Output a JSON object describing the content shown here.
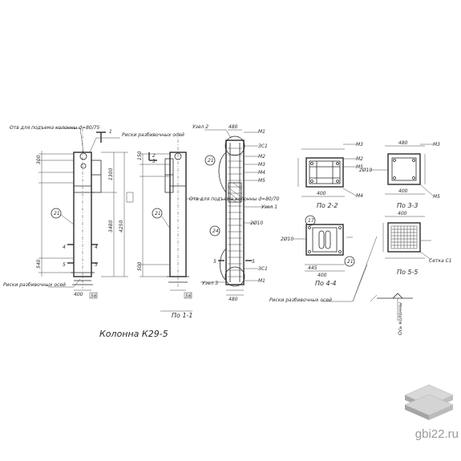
{
  "title": "Колонна К29-5",
  "labels": {
    "otv_left": "Отв для подъема колонны d=80/75",
    "riski_top": "Риски разбивочных осей",
    "riski_left": "Риски разбивочных осей",
    "riski_bottom": "Риски разбивочных осей",
    "otv_right": "Отв для подъема колонны d=80/70",
    "uzel2": "Узел 2",
    "uzel1": "Узел 1",
    "uzel3": "Узел 3",
    "sec11": "По 1-1",
    "sec22": "По 2-2",
    "sec33": "По 3-3",
    "sec44": "По 4-4",
    "sec55": "По 5-5",
    "setka": "Сетка С1",
    "os_label": "Ось колонны",
    "m1": "М1",
    "m2": "М2",
    "m3": "М3",
    "m4": "М4",
    "m5": "М5",
    "zs1": "ЗС1",
    "d10": "2Ø10",
    "c21": "21",
    "c24": "24",
    "c17": "17",
    "n1": "1",
    "n2": "2",
    "n3": "3",
    "n4": "4",
    "n5": "5",
    "h3480": "3480",
    "h4250": "4250",
    "h1300": "1300",
    "w400": "400",
    "w480": "480",
    "w445": "445",
    "w300": "300",
    "w540": "540",
    "w500": "500",
    "w150": "150",
    "w56": "56"
  },
  "logo": {
    "site": "gbi22.ru",
    "color": "#9a9a9a"
  }
}
